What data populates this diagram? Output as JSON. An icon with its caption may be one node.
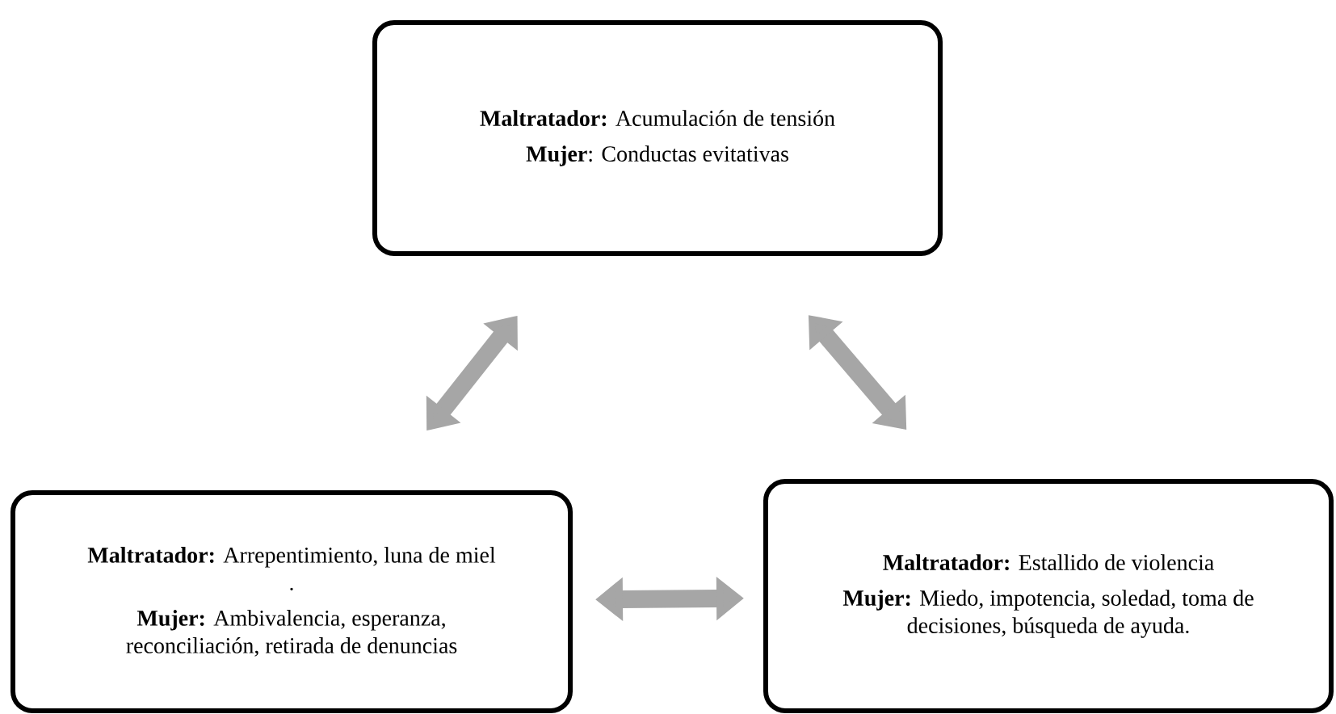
{
  "diagram": {
    "nodes": [
      {
        "text": [
          "**Maltratador:** Acumulación de tensión",
          "**Mujer**: Conductas evitativas"
        ]
      },
      {
        "text": [
          "**Maltratador:** Arrepentimiento, luna de miel .",
          "**Mujer:** Ambivalencia, esperanza, reconciliación, retirada de denuncias"
        ]
      },
      {
        "text": [
          "**Maltratador:** Estallido de violencia",
          "**Mujer:** Miedo, impotencia, soledad, toma de decisiones, búsqueda de ayuda."
        ]
      }
    ],
    "edges": [
      {
        "from": 0,
        "to": 1,
        "arrow": "both"
      },
      {
        "from": 0,
        "to": 2,
        "arrow": "both"
      },
      {
        "from": 1,
        "to": 2,
        "arrow": "both"
      }
    ]
  }
}
